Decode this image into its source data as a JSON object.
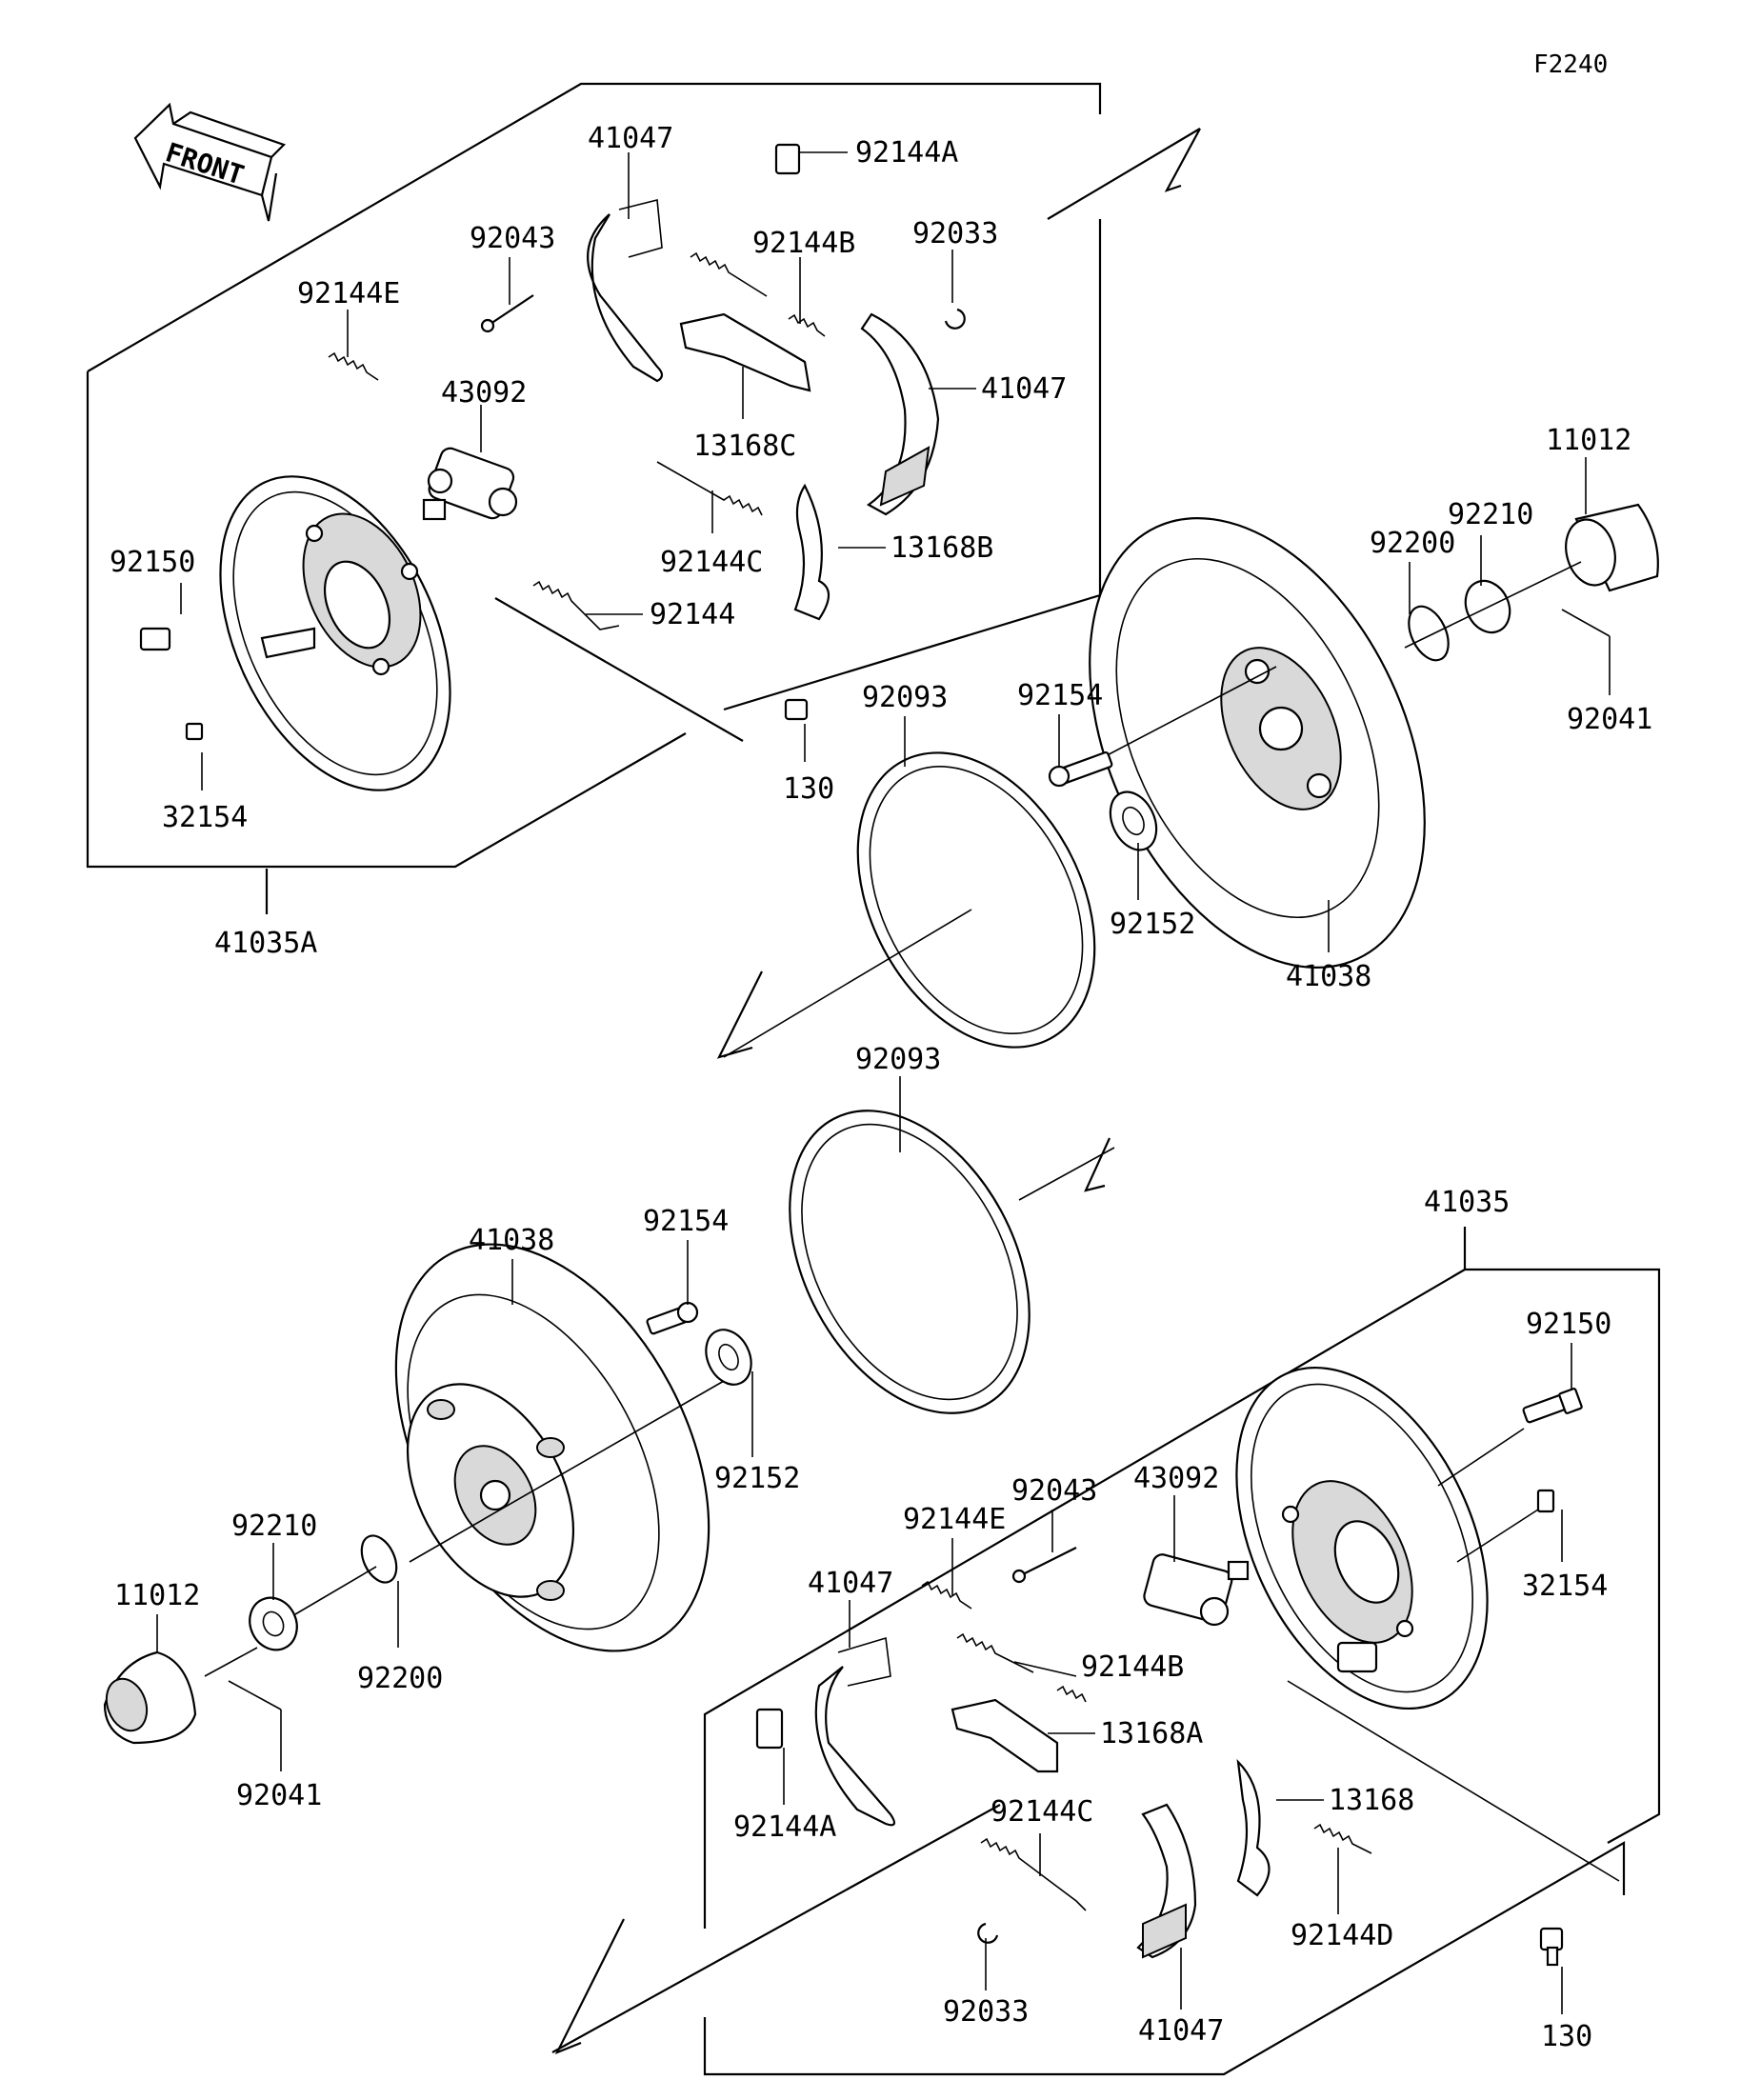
{
  "figure_code": "F2240",
  "front_label": "FRONT",
  "labels": {
    "t_41047": "41047",
    "t_92144A": "92144A",
    "t_92043": "92043",
    "t_92144B": "92144B",
    "t_92033": "92033",
    "t_92144E": "92144E",
    "t_43092": "43092",
    "t_13168C": "13168C",
    "t_41047b": "41047",
    "t_92150": "92150",
    "t_92144C": "92144C",
    "t_13168B": "13168B",
    "t_92144": "92144",
    "t_32154": "32154",
    "t_130": "130",
    "t_41035A": "41035A",
    "t_11012": "11012",
    "t_92210": "92210",
    "t_92200": "92200",
    "t_92041": "92041",
    "t_92154": "92154",
    "t_92093": "92093",
    "t_92152": "92152",
    "t_41038": "41038",
    "b_92093": "92093",
    "b_41035": "41035",
    "b_41038": "41038",
    "b_92154": "92154",
    "b_92150": "92150",
    "b_92152": "92152",
    "b_92043": "92043",
    "b_43092": "43092",
    "b_92210": "92210",
    "b_92144E": "92144E",
    "b_32154": "32154",
    "b_11012": "11012",
    "b_41047": "41047",
    "b_92200": "92200",
    "b_92144B": "92144B",
    "b_13168A": "13168A",
    "b_92041": "92041",
    "b_92144A": "92144A",
    "b_92144C": "92144C",
    "b_13168": "13168",
    "b_92144D": "92144D",
    "b_92033": "92033",
    "b_41047b": "41047",
    "b_130": "130"
  }
}
